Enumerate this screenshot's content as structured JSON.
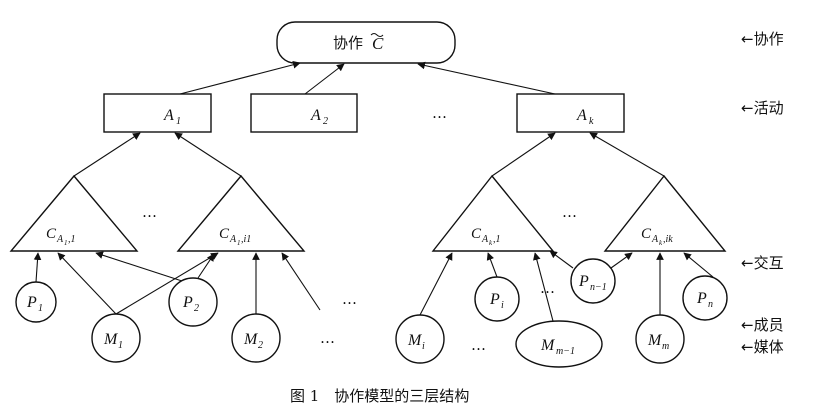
{
  "nodes": {
    "collab": {
      "label": "协作",
      "symbol": "C"
    },
    "activity_word": "活动",
    "activities": [
      {
        "sym": "A",
        "sub": "1"
      },
      {
        "sym": "A",
        "sub": "2"
      },
      {
        "sym": "A",
        "sub": "k"
      }
    ],
    "interaction_word": "交互",
    "interactions": [
      {
        "sym": "C",
        "sub_sym": "A",
        "sub_sub": "1",
        "sub_idx": ",1"
      },
      {
        "sym": "C",
        "sub_sym": "A",
        "sub_sub": "1",
        "sub_idx": ",i1"
      },
      {
        "sym": "C",
        "sub_sym": "A",
        "sub_sub": "k",
        "sub_idx": ",1"
      },
      {
        "sym": "C",
        "sub_sym": "A",
        "sub_sub": "k",
        "sub_idx": ",ik"
      }
    ],
    "members": [
      {
        "sym": "P",
        "sub": "1"
      },
      {
        "sym": "P",
        "sub": "2"
      },
      {
        "sym": "P",
        "sub": "i"
      },
      {
        "sym": "P",
        "sub": "n−1"
      },
      {
        "sym": "P",
        "sub": "n"
      }
    ],
    "media": [
      {
        "sym": "M",
        "sub": "1"
      },
      {
        "sym": "M",
        "sub": "2"
      },
      {
        "sym": "M",
        "sub": "i"
      },
      {
        "sym": "M",
        "sub": "m−1"
      },
      {
        "sym": "M",
        "sub": "m"
      }
    ]
  },
  "ellipsis": "…",
  "layer_labels": {
    "collab": "←协作",
    "activity": "←活动",
    "interaction": "←交互",
    "member": "←成员",
    "media": "←媒体"
  },
  "caption": "图 1　协作模型的三层结构"
}
